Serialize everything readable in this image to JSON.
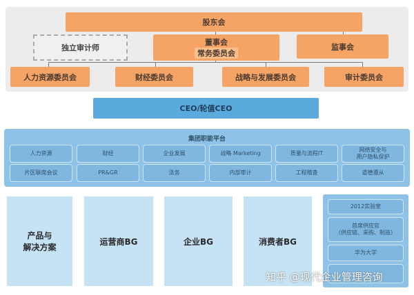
{
  "governance": {
    "shareholders": "股东会",
    "auditor": "独立审计师",
    "board": "董事会",
    "board_sub": "常务委员会",
    "supervisory": "监事会",
    "committees": [
      "人力资源委员会",
      "财经委员会",
      "战略与发展委员会",
      "审计委员会"
    ]
  },
  "ceo": "CEO/轮值CEO",
  "platform": {
    "title": "集团职能平台",
    "items": [
      "人力资源",
      "财经",
      "企业发展",
      "战略 Marketing",
      "质量与流程IT",
      "网络安全与\n用户隐私保护",
      "片区联席会议",
      "PR&GR",
      "法务",
      "内部审计",
      "工程稽查",
      "道德遵从"
    ]
  },
  "business": [
    "产品与\n解决方案",
    "运营商BG",
    "企业BG",
    "消费者BG"
  ],
  "side": [
    "2012实验室",
    "首席供应官\n（供应链、采购、制造）",
    "华为大学"
  ],
  "watermark": "知乎 @现代企业管理咨询",
  "colors": {
    "orange": "#f6a466",
    "blue": "#5aaade",
    "light_blue": "#c6e3f5"
  }
}
